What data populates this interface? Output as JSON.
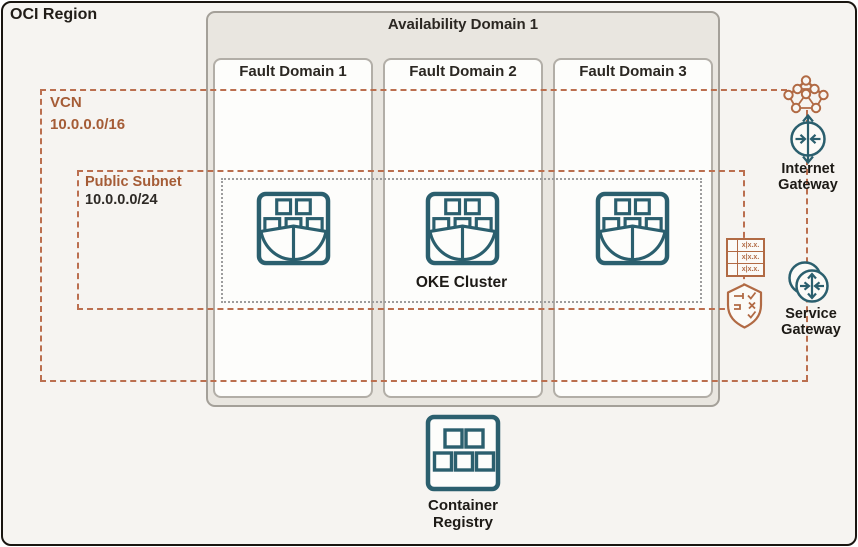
{
  "region": {
    "title": "OCI Region"
  },
  "availability_domain": {
    "title": "Availability Domain 1"
  },
  "fault_domains": [
    {
      "label": "Fault Domain 1"
    },
    {
      "label": "Fault Domain 2"
    },
    {
      "label": "Fault Domain 3"
    }
  ],
  "vcn": {
    "label": "VCN",
    "cidr": "10.0.0.0/16"
  },
  "public_subnet": {
    "label": "Public Subnet",
    "cidr": "10.0.0.0/24"
  },
  "oke_cluster": {
    "label": "OKE Cluster"
  },
  "gateways": {
    "internet": {
      "label": "Internet Gateway"
    },
    "service": {
      "label": "Service Gateway"
    }
  },
  "container_registry": {
    "label": "Container Registry"
  },
  "route_table": {
    "rows": [
      "x|x.x.",
      "x|x.x.",
      "x|x.x."
    ]
  },
  "icons": [
    "oke-node-icon",
    "container-registry-icon",
    "internet-gateway-icon",
    "service-gateway-icon",
    "network-mesh-icon",
    "route-table-icon",
    "security-list-icon"
  ],
  "colors": {
    "orange_line": "#bb6f4f",
    "orange_text": "#a55c36",
    "orange_icon": "#b16a44",
    "teal": "#2b5f6e",
    "text_dark": "#2b2722",
    "region_bg": "#f6f4f1",
    "ad_bg": "#e9e6e0"
  }
}
